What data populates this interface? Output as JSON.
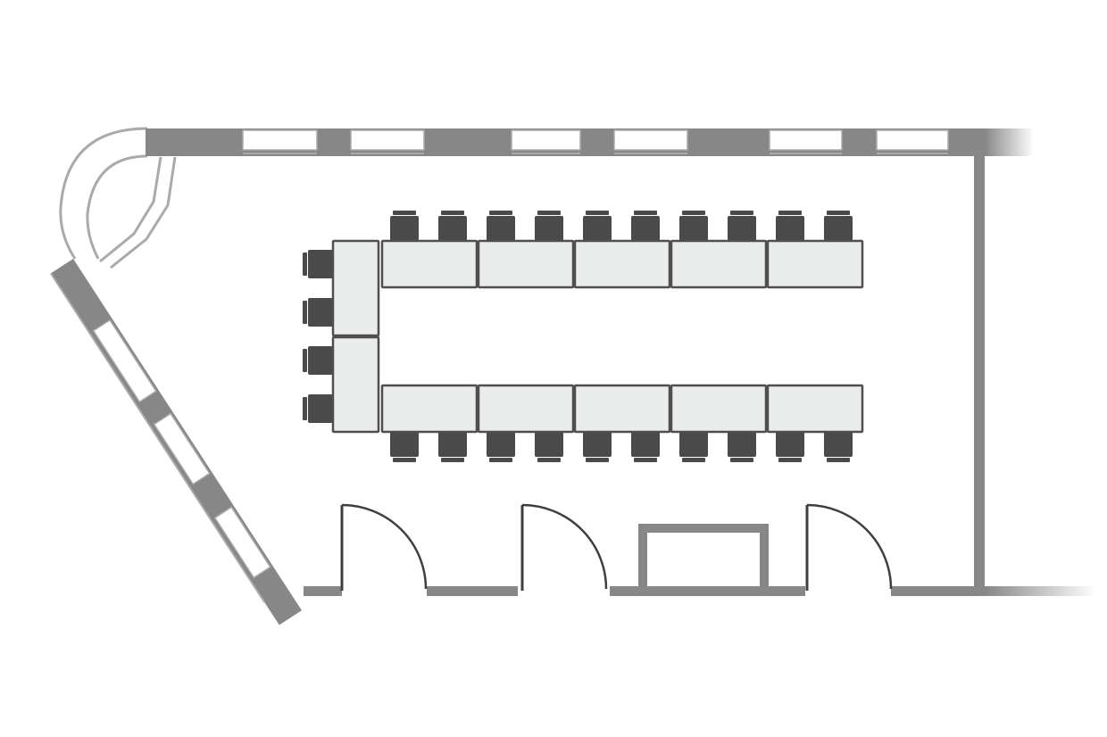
{
  "floor_plan": {
    "layout_style": "U-shape",
    "room_shape": "trapezoid with curved corner",
    "tables": {
      "top_row": 5,
      "bottom_row": 5,
      "head_column": 2,
      "total": 12
    },
    "chairs": {
      "top_row": 10,
      "bottom_row": 10,
      "head_column": 4,
      "total": 24
    },
    "doors": 3,
    "wall_openings": 1,
    "colors": {
      "wall": "#878787",
      "wall_outline": "#aaaaaa",
      "table_fill": "#ebecec",
      "table_stroke": "#4f4f4f",
      "chair": "#4a4a4a",
      "door": "#3f3f3f",
      "background": "#ffffff"
    }
  }
}
